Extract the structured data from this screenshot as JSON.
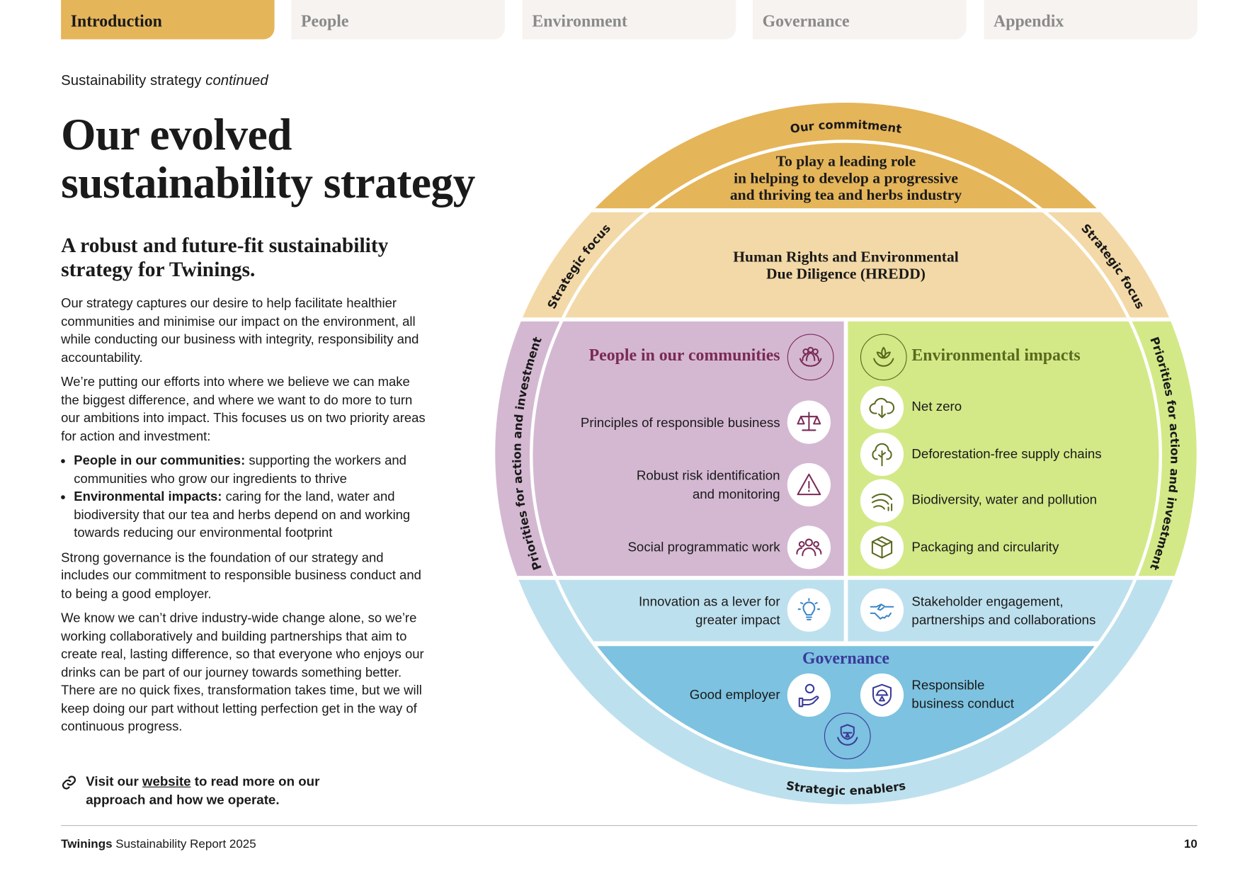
{
  "tabs": [
    {
      "label": "Introduction",
      "active": true
    },
    {
      "label": "People",
      "active": false
    },
    {
      "label": "Environment",
      "active": false
    },
    {
      "label": "Governance",
      "active": false
    },
    {
      "label": "Appendix",
      "active": false
    }
  ],
  "kicker": {
    "text": "Sustainability strategy",
    "italic": "continued"
  },
  "title": {
    "line1": "Our evolved",
    "line2": "sustainability strategy"
  },
  "subtitle": {
    "line1": "A robust and future-fit sustainability",
    "line2": "strategy for Twinings."
  },
  "body": {
    "p1": "Our strategy captures our desire to help facilitate healthier communities and minimise our impact on the environment, all while conducting our business with integrity, responsibility and accountability.",
    "p2": "We’re putting our efforts into where we believe we can make the biggest difference, and where we want to do more to turn our ambitions into impact. This focuses us on two priority areas for action and investment:",
    "bullets": [
      {
        "bold": "People in our communities:",
        "text": " supporting the workers and communities who grow our ingredients to thrive"
      },
      {
        "bold": "Environmental impacts:",
        "text": " caring for the land, water and biodiversity that our tea and herbs depend on and working towards reducing our environmental footprint"
      }
    ],
    "p3": "Strong governance is the foundation of our strategy and includes our commitment to responsible business conduct and to being a good employer.",
    "p4": "We know we can’t drive industry-wide change alone, so we’re working collaboratively and building partnerships that aim to create real, lasting difference, so that everyone who enjoys our drinks can be part of our journey towards something better. There are no quick fixes, transformation takes time, but we will keep doing our part without letting perfection get in the way of continuous progress."
  },
  "link": {
    "pre": "Visit our ",
    "link_text": "website",
    "post": " to read more on our",
    "line2": "approach and how we operate."
  },
  "footer": {
    "brand": "Twinings",
    "report": "Sustainability Report 2025",
    "page": "10"
  },
  "diagram": {
    "colors": {
      "commitment": "#e5b55a",
      "focus": "#f3d9a7",
      "people": "#d4b8d2",
      "environment": "#d3e987",
      "enablers": "#bde0ee",
      "governance": "#7dc2e0"
    },
    "ring_labels": {
      "commitment": "Our commitment",
      "focus_left": "Strategic focus",
      "focus_right": "Strategic focus",
      "priorities_left": "Priorities for action and investment",
      "priorities_right": "Priorities for action and investment",
      "enablers": "Strategic enablers"
    },
    "commitment": {
      "line1": "To play a leading role",
      "line2": "in helping to develop a progressive",
      "line3": "and thriving tea and herbs industry"
    },
    "focus": {
      "line1": "Human Rights and Environmental",
      "line2": "Due Diligence (HREDD)"
    },
    "people": {
      "title": "People in our communities",
      "emblem": "PEOPLE",
      "items": [
        {
          "line1": "Principles of responsible business",
          "line2": "",
          "icon": "scales-icon"
        },
        {
          "line1": "Robust risk identification",
          "line2": "and monitoring",
          "icon": "warning-icon"
        },
        {
          "line1": "Social programmatic work",
          "line2": "",
          "icon": "group-icon"
        }
      ]
    },
    "environment": {
      "title": "Environmental impacts",
      "emblem": "PLANET",
      "items": [
        {
          "line1": "Net zero",
          "line2": "",
          "icon": "cloud-download-icon"
        },
        {
          "line1": "Deforestation-free supply chains",
          "line2": "",
          "icon": "tree-icon"
        },
        {
          "line1": "Biodiversity, water and pollution",
          "line2": "",
          "icon": "leaf-wind-icon"
        },
        {
          "line1": "Packaging and circularity",
          "line2": "",
          "icon": "box-icon"
        }
      ]
    },
    "enablers": {
      "innovation": {
        "line1": "Innovation as a lever for",
        "line2": "greater impact"
      },
      "stakeholder": {
        "line1": "Stakeholder engagement,",
        "line2": "partnerships and collaborations"
      }
    },
    "governance": {
      "title": "Governance",
      "emblem": "GOVERNANCE",
      "good_employer": "Good employer",
      "conduct": {
        "line1": "Responsible",
        "line2": "business conduct"
      }
    }
  }
}
